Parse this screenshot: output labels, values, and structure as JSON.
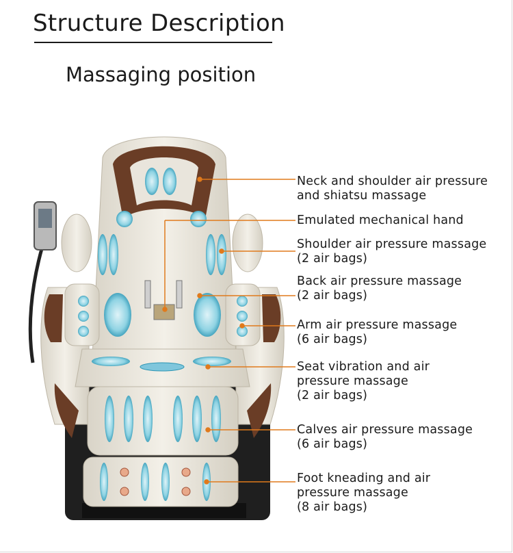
{
  "header": {
    "title": "Structure Description",
    "subtitle": "Massaging position"
  },
  "colors": {
    "leader_line": "#e07a1c",
    "chair_body": "#eeebe3",
    "chair_accent": "#6a3d26",
    "airbag": "#4fb7cf"
  },
  "features": [
    {
      "id": "neck",
      "lines": [
        "Neck and shoulder air pressure",
        "and shiatsu massage"
      ]
    },
    {
      "id": "hand",
      "lines": [
        "Emulated  mechanical  hand"
      ]
    },
    {
      "id": "shoulder",
      "lines": [
        "Shoulder air pressure massage",
        "(2 air bags)"
      ]
    },
    {
      "id": "back",
      "lines": [
        "Back air pressure massage",
        "(2 air bags)"
      ]
    },
    {
      "id": "arm",
      "lines": [
        "Arm air pressure massage",
        "(6 air bags)"
      ]
    },
    {
      "id": "seat",
      "lines": [
        "Seat vibration and air",
        "pressure massage",
        "(2 air bags)"
      ]
    },
    {
      "id": "calves",
      "lines": [
        "Calves air pressure massage",
        "(6 air bags)"
      ]
    },
    {
      "id": "foot",
      "lines": [
        "Foot kneading and air",
        "pressure massage",
        "(8 air bags)"
      ]
    }
  ]
}
